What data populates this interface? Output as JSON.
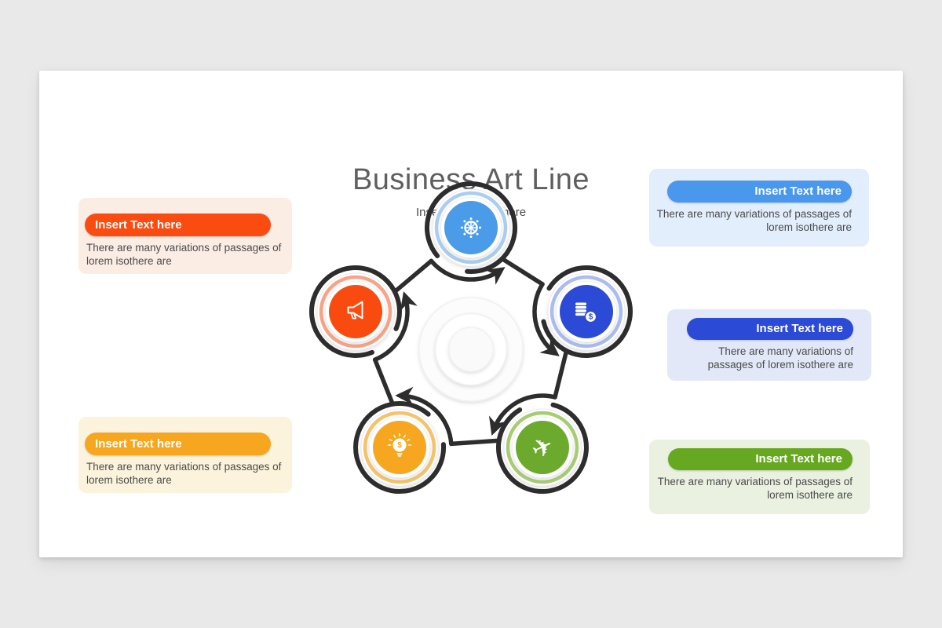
{
  "slide": {
    "title": "Business Art Line",
    "subtitle": "Insert Main Title here"
  },
  "callouts": {
    "left_top": {
      "button_label": "Insert Text here",
      "body": "There are many variations of passages of lorem isothere are",
      "accent": "#FA4B10",
      "bg": "#FBECE4"
    },
    "left_bottom": {
      "button_label": "Insert Text here",
      "body": "There are many variations of passages of lorem isothere are",
      "accent": "#F6A71F",
      "bg": "#FCF3DC"
    },
    "right_top": {
      "button_label": "Insert Text here",
      "body": "There are many variations of passages of lorem isothere are",
      "accent": "#4A97EE",
      "bg": "#E2EEFB"
    },
    "right_middle": {
      "button_label": "Insert Text here",
      "body": "There are many variations of passages of lorem isothere are",
      "accent": "#2B4AD6",
      "bg": "#E2E8F7"
    },
    "right_bottom": {
      "button_label": "Insert Text here",
      "body": "There are many variations of passages of lorem isothere are",
      "accent": "#66A81F",
      "bg": "#EAF1E0"
    }
  },
  "diagram": {
    "line_color": "#2d2d2d",
    "nodes": [
      {
        "icon": "ship-helm-icon",
        "fill": "#4A9BE8",
        "ring": "#A9CEF2"
      },
      {
        "icon": "money-coins-icon",
        "fill": "#2B4AD6",
        "ring": "#AABCF0",
        "glyph": "$"
      },
      {
        "icon": "airplane-icon",
        "fill": "#6CAA2E",
        "ring": "#A8CC74",
        "glyph": "✈"
      },
      {
        "icon": "idea-bulb-icon",
        "fill": "#F6A71F",
        "ring": "#F5C36A",
        "glyph": "$"
      },
      {
        "icon": "megaphone-icon",
        "fill": "#F94B10",
        "ring": "#F8A385"
      }
    ]
  }
}
